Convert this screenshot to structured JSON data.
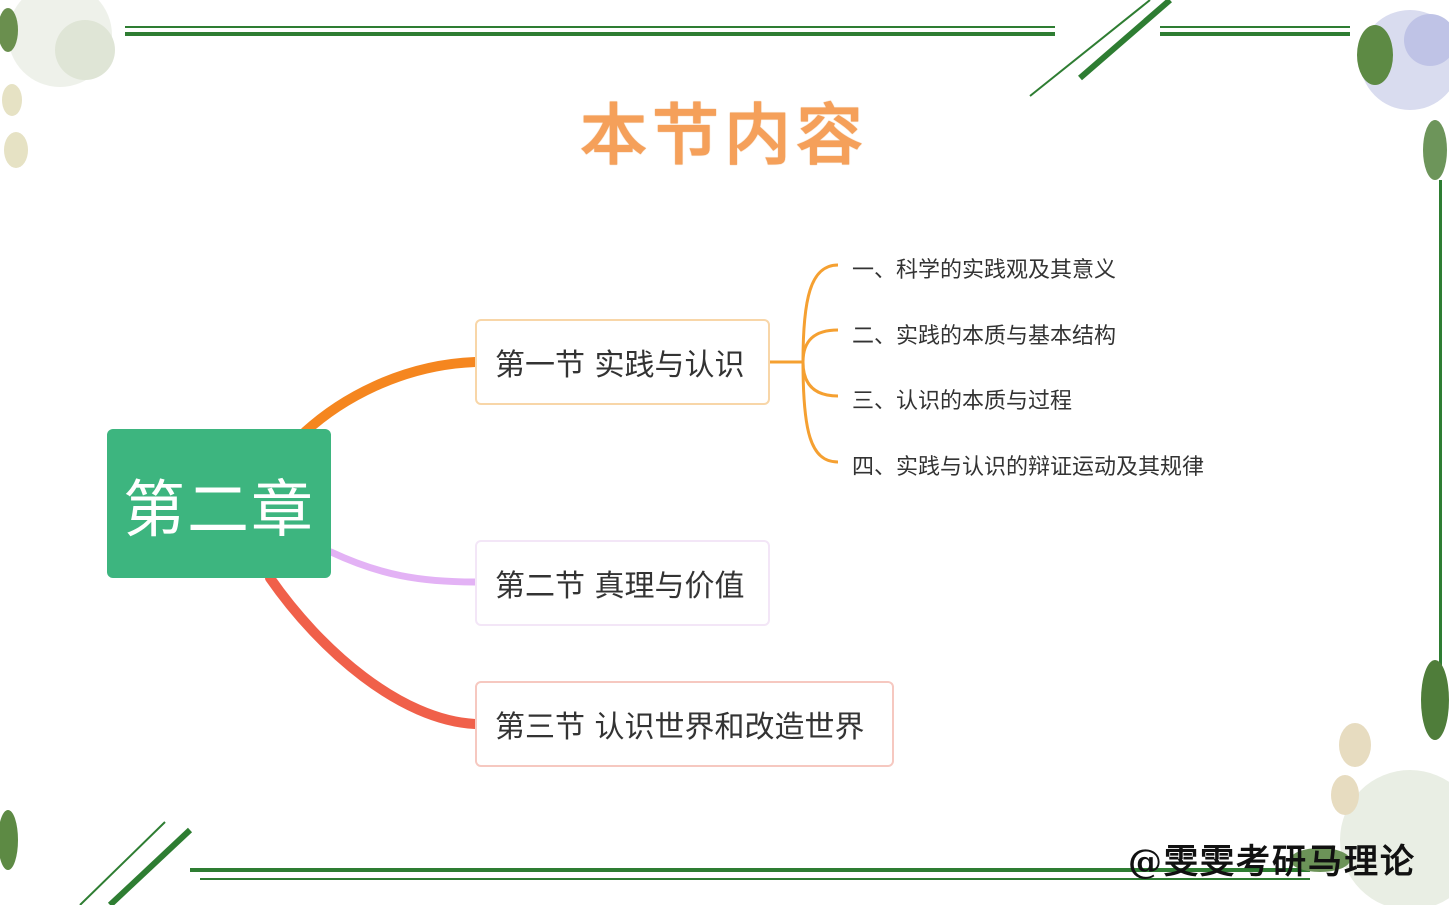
{
  "title": "本节内容",
  "root": {
    "label": "第二章",
    "color": "#3db57f"
  },
  "sections": [
    {
      "label": "第一节  实践与认识",
      "branch_color": "#f5861f"
    },
    {
      "label": "第二节  真理与价值",
      "branch_color": "#e3b2f5"
    },
    {
      "label": "第三节  认识世界和改造世界",
      "branch_color": "#f0604a"
    }
  ],
  "subsections": [
    "一、科学的实践观及其意义",
    "二、实践的本质与基本结构",
    "三、认识的本质与过程",
    "四、实践与认识的辩证运动及其规律"
  ],
  "watermark": "@雯雯考研马理论",
  "colors": {
    "frame": "#2e7d32",
    "title": "#f5a05a"
  }
}
